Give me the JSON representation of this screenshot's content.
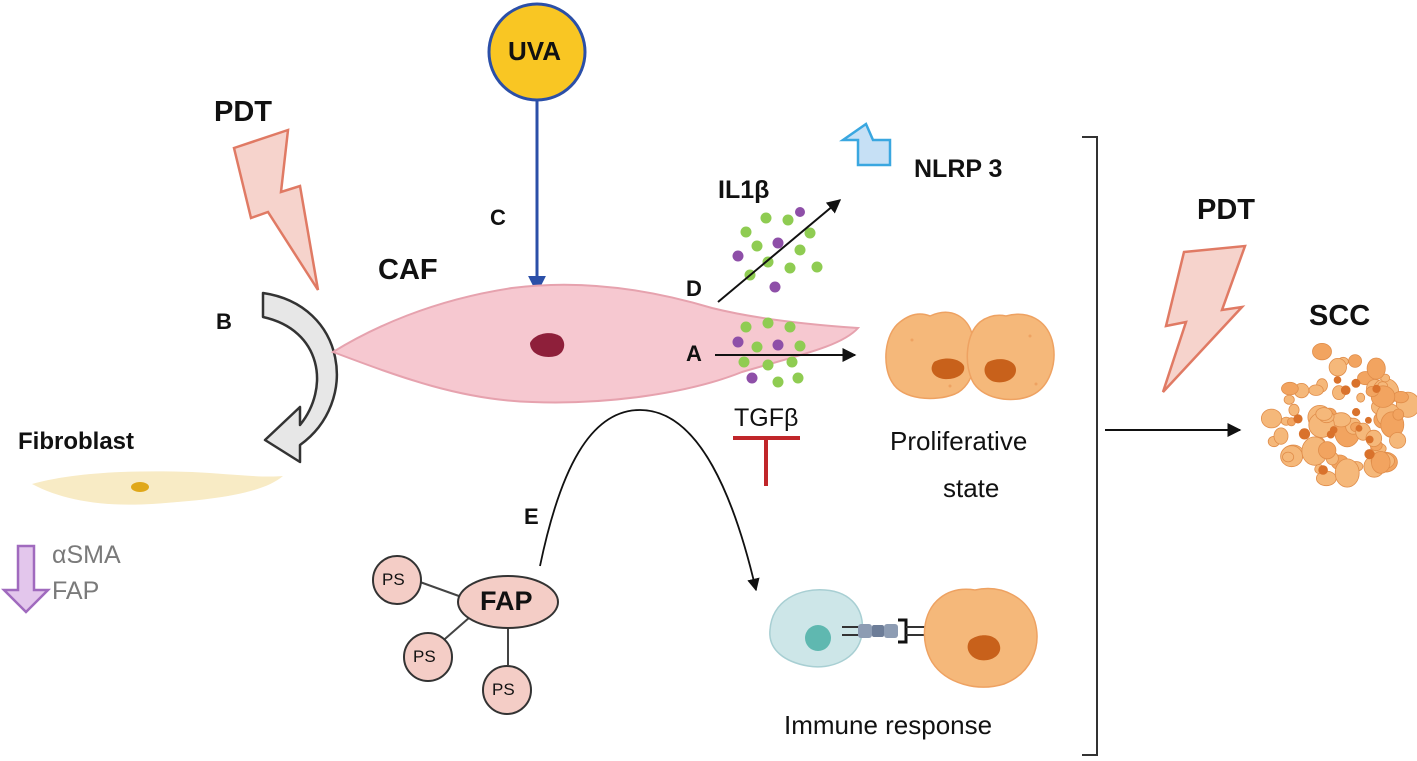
{
  "labels": {
    "uva": "UVA",
    "pdt_left": "PDT",
    "pdt_right": "PDT",
    "caf": "CAF",
    "il1b": "IL1β",
    "nlrp3": "NLRP 3",
    "tgfb": "TGFβ",
    "fibroblast": "Fibroblast",
    "asma": "αSMA",
    "fap_marker": "FAP",
    "fap_center": "FAP",
    "ps": [
      "PS",
      "PS",
      "PS"
    ],
    "proliferative_line1": "Proliferative",
    "proliferative_line2": "state",
    "immune_response": "Immune response",
    "scc": "SCC"
  },
  "step_letters": {
    "a": "A",
    "b": "B",
    "c": "C",
    "d": "D",
    "e": "E"
  },
  "colors": {
    "uva_fill": "#f9c623",
    "uva_stroke": "#2b4fa8",
    "uva_arrow": "#2b4fa8",
    "bolt_fill": "#f6d3cc",
    "bolt_stroke": "#e07a64",
    "caf_fill": "#f6c8d0",
    "caf_nucleus": "#8e1f3a",
    "fibroblast_fill": "#f8ebc5",
    "fibroblast_nucleus": "#e0a81a",
    "tumor_fill": "#f5b87a",
    "tumor_nucleus": "#c8611b",
    "dot_green": "#8fcc52",
    "dot_purple": "#8e4fa8",
    "tgfb_inhibit": "#c0262a",
    "nlrp3_arrow_fill": "#c6e0f5",
    "nlrp3_arrow_stroke": "#3aa7e0",
    "down_arrow_fill": "#e3c6ec",
    "down_arrow_stroke": "#a06abe",
    "marker_text": "#7a7a7a",
    "ps_fill": "#f4cdc6",
    "immune_cell_fill": "#cde6e8",
    "immune_cell_nucleus": "#5fb8b0"
  }
}
